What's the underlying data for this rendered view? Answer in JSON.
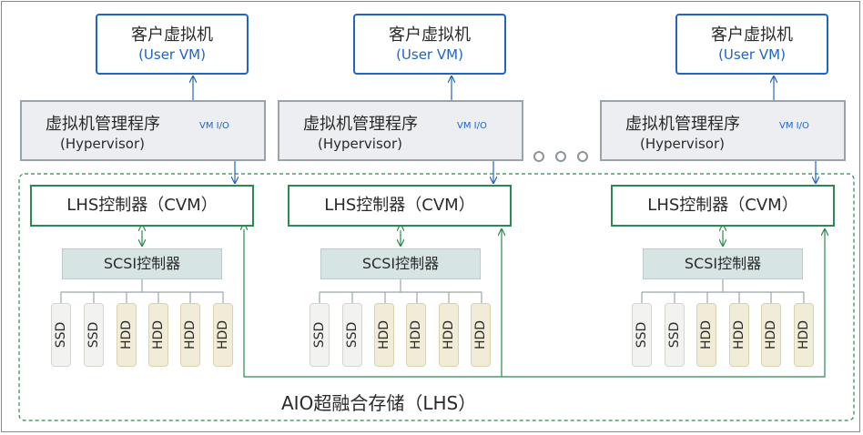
{
  "nodes": [
    {
      "vm_title": "客户虚拟机",
      "vm_subtitle": "(User VM)",
      "hypervisor_title": "虚拟机管理程序",
      "hypervisor_subtitle": "(Hypervisor)",
      "io_label": "VM I/O",
      "cvm_label": "LHS控制器（CVM）",
      "scsi_label": "SCSI控制器",
      "disks": [
        "SSD",
        "SSD",
        "HDD",
        "HDD",
        "HDD",
        "HDD"
      ]
    },
    {
      "vm_title": "客户虚拟机",
      "vm_subtitle": "(User VM)",
      "hypervisor_title": "虚拟机管理程序",
      "hypervisor_subtitle": "(Hypervisor)",
      "io_label": "VM I/O",
      "cvm_label": "LHS控制器（CVM）",
      "scsi_label": "SCSI控制器",
      "disks": [
        "SSD",
        "SSD",
        "HDD",
        "HDD",
        "HDD",
        "HDD"
      ]
    },
    {
      "vm_title": "客户虚拟机",
      "vm_subtitle": "(User VM)",
      "hypervisor_title": "虚拟机管理程序",
      "hypervisor_subtitle": "(Hypervisor)",
      "io_label": "VM I/O",
      "cvm_label": "LHS控制器（CVM）",
      "scsi_label": "SCSI控制器",
      "disks": [
        "SSD",
        "SSD",
        "HDD",
        "HDD",
        "HDD",
        "HDD"
      ]
    }
  ],
  "storage_label": "AIO超融合存储（LHS）",
  "colors": {
    "vm_border": "#2164c4",
    "cvm_border": "#2a8a50",
    "storage_border": "#2a8a50",
    "hypervisor_fill": "#eceef1",
    "scsi_fill": "#d6e4e4",
    "ssd_fill": "#f2f2f0",
    "hdd_fill": "#f1ecd7"
  }
}
